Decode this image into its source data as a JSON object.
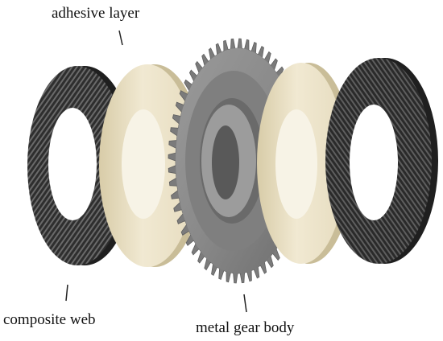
{
  "labels": {
    "adhesive_layer": "adhesive layer",
    "composite_web": "composite web",
    "metal_gear_body": "metal gear body"
  },
  "colors": {
    "composite": "#2e2e2e",
    "composite_weave": "#6a6a6a",
    "adhesive_face": "#ece3c8",
    "adhesive_edge": "#c9bd98",
    "gear_metal": "#8c8c8c",
    "gear_dark": "#5f5f5f",
    "gear_light": "#a9a9a9",
    "leader_line": "#222222"
  },
  "components": [
    "composite-web",
    "adhesive-layer",
    "metal-gear-body",
    "adhesive-layer",
    "composite-web"
  ]
}
